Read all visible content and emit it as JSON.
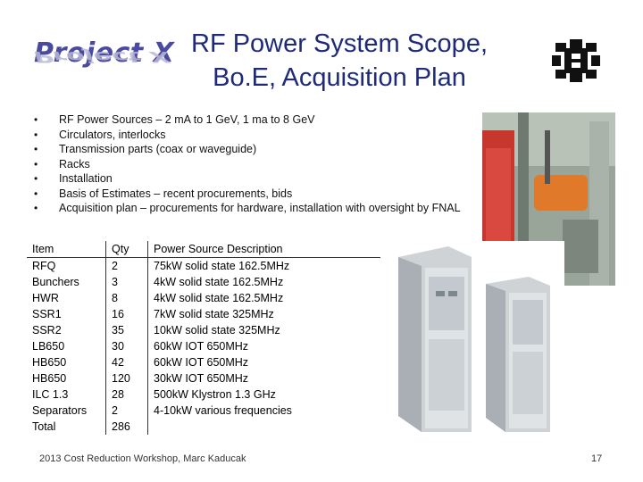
{
  "logo": {
    "text": "Project X"
  },
  "title": {
    "line1": "RF Power System Scope,",
    "line2": "Bo.E, Acquisition Plan"
  },
  "bullets": [
    "RF Power Sources – 2 mA to 1 GeV, 1 ma to 8 GeV",
    "Circulators, interlocks",
    "Transmission parts (coax or waveguide)",
    "Racks",
    "Installation",
    "Basis of Estimates – recent procurements, bids",
    "Acquisition plan – procurements for hardware, installation with oversight by FNAL"
  ],
  "bullet_glyph": "•",
  "table": {
    "headers": [
      "Item",
      "Qty",
      "Power Source Description"
    ],
    "rows": [
      [
        "RFQ",
        "2",
        "75kW solid state 162.5MHz"
      ],
      [
        "Bunchers",
        "3",
        "4kW solid state 162.5MHz"
      ],
      [
        "HWR",
        "8",
        "4kW solid state 162.5MHz"
      ],
      [
        "SSR1",
        "16",
        "7kW solid state 325MHz"
      ],
      [
        "SSR2",
        "35",
        "10kW solid state 325MHz"
      ],
      [
        "LB650",
        "30",
        "60kW IOT 650MHz"
      ],
      [
        "HB650",
        "42",
        "60kW IOT 650MHz"
      ],
      [
        "HB650",
        "120",
        "30kW IOT 650MHz"
      ],
      [
        "ILC 1.3",
        "28",
        "500kW Klystron 1.3 GHz"
      ],
      [
        "Separators",
        "2",
        "4-10kW various frequencies"
      ],
      [
        "Total",
        "286",
        ""
      ]
    ]
  },
  "footer": {
    "text": "2013 Cost Reduction Workshop, Marc Kaducak",
    "page": "17"
  },
  "colors": {
    "title": "#1f2a7a",
    "logo": "#4a4aa0"
  }
}
